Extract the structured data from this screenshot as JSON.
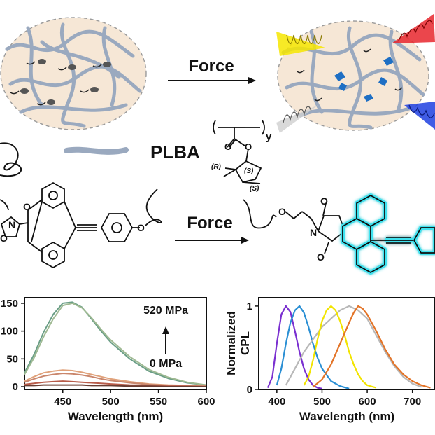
{
  "top_scheme": {
    "arrow_label": "Force",
    "polymer_label": "PLBA",
    "repeat_subscript": "y",
    "stereo_labels": [
      "(R)",
      "(S)",
      "(S)"
    ]
  },
  "mechanochemistry": {
    "arrow_label": "Force",
    "atom_labels": {
      "oxygen": "O",
      "nitrogen": "N"
    }
  },
  "colors": {
    "network_ellipse": "#f6e7d6",
    "chain": "#9aa9bf",
    "mechanophore_dark": "#555555",
    "mechanophore_blue": "#1e6fc4",
    "anthracene_glow": "#3fe2ef",
    "cpl_yellow": "#f6e600",
    "cpl_red": "#e8262d",
    "cpl_blue": "#1e3fe0",
    "cpl_gray": "#b0b0b0"
  },
  "chart_data": [
    {
      "type": "line",
      "xlabel": "Wavelength (nm)",
      "ylabel": "",
      "xlim": [
        410,
        600
      ],
      "ylim": [
        -5,
        160
      ],
      "x_ticks": [
        450,
        500,
        550,
        600
      ],
      "y_tick_labels": [
        "0",
        "50",
        "100",
        "150"
      ],
      "y_ticks": [
        0,
        50,
        100,
        150
      ],
      "annotation_top": "520 MPa",
      "annotation_bottom": "0 MPa",
      "series": [
        {
          "color": "#6a9e86",
          "x": [
            410,
            420,
            430,
            440,
            450,
            460,
            470,
            480,
            490,
            500,
            520,
            540,
            560,
            580,
            600
          ],
          "values": [
            25,
            58,
            98,
            130,
            150,
            152,
            143,
            122,
            100,
            80,
            50,
            28,
            15,
            7,
            3
          ]
        },
        {
          "color": "#9fb992",
          "x": [
            410,
            420,
            430,
            440,
            450,
            460,
            470,
            480,
            490,
            500,
            520,
            540,
            560,
            580,
            600
          ],
          "values": [
            22,
            52,
            90,
            122,
            146,
            150,
            142,
            124,
            103,
            84,
            54,
            31,
            17,
            8,
            3
          ]
        },
        {
          "color": "#e0a27b",
          "x": [
            410,
            420,
            430,
            440,
            450,
            460,
            470,
            480,
            490,
            500,
            520,
            540,
            560,
            580,
            600
          ],
          "values": [
            10,
            18,
            25,
            28,
            30,
            29,
            26,
            22,
            18,
            14,
            9,
            5,
            3,
            2,
            1
          ]
        },
        {
          "color": "#c9866c",
          "x": [
            410,
            420,
            430,
            440,
            450,
            460,
            470,
            480,
            490,
            500,
            520,
            540,
            560,
            580,
            600
          ],
          "values": [
            8,
            14,
            19,
            22,
            24,
            23,
            21,
            18,
            14,
            11,
            7,
            4,
            2,
            1,
            1
          ]
        },
        {
          "color": "#b85c4a",
          "x": [
            410,
            420,
            430,
            440,
            450,
            460,
            470,
            480,
            490,
            500,
            520,
            540,
            560,
            580,
            600
          ],
          "values": [
            4,
            6,
            8,
            9,
            10,
            9,
            8,
            7,
            6,
            5,
            3,
            2,
            1,
            1,
            0
          ]
        },
        {
          "color": "#6a3d32",
          "x": [
            410,
            420,
            430,
            440,
            450,
            460,
            470,
            480,
            490,
            500,
            520,
            540,
            560,
            580,
            600
          ],
          "values": [
            2,
            2,
            3,
            3,
            3,
            3,
            3,
            2,
            2,
            2,
            1,
            1,
            0,
            0,
            0
          ]
        }
      ]
    },
    {
      "type": "line",
      "xlabel": "Wavelength (nm)",
      "ylabel": "Normalized CPL",
      "xlim": [
        360,
        750
      ],
      "ylim": [
        0,
        1.1
      ],
      "x_ticks": [
        400,
        500,
        600,
        700
      ],
      "y_ticks": [
        0,
        1
      ],
      "series": [
        {
          "color": "#7a2fd0",
          "x": [
            380,
            390,
            400,
            410,
            420,
            430,
            440,
            450,
            460,
            470,
            480,
            490,
            500
          ],
          "values": [
            0.02,
            0.15,
            0.55,
            0.9,
            1.0,
            0.93,
            0.7,
            0.45,
            0.25,
            0.12,
            0.05,
            0.02,
            0.01
          ]
        },
        {
          "color": "#2a8fd4",
          "x": [
            400,
            410,
            420,
            430,
            440,
            450,
            460,
            470,
            480,
            490,
            500,
            520,
            540,
            560
          ],
          "values": [
            0.05,
            0.25,
            0.55,
            0.8,
            0.95,
            1.0,
            0.92,
            0.75,
            0.55,
            0.38,
            0.25,
            0.1,
            0.04,
            0.01
          ]
        },
        {
          "color": "#b8b8b8",
          "x": [
            420,
            440,
            460,
            480,
            500,
            520,
            540,
            560,
            580,
            600,
            620,
            640,
            660,
            680,
            700,
            720
          ],
          "values": [
            0.05,
            0.25,
            0.45,
            0.6,
            0.75,
            0.85,
            0.95,
            1.0,
            0.95,
            0.85,
            0.65,
            0.45,
            0.28,
            0.15,
            0.07,
            0.03
          ]
        },
        {
          "color": "#f2e400",
          "x": [
            460,
            470,
            480,
            490,
            500,
            510,
            520,
            530,
            540,
            550,
            560,
            570,
            580,
            590,
            600,
            620
          ],
          "values": [
            0.05,
            0.15,
            0.35,
            0.6,
            0.82,
            0.95,
            1.0,
            0.95,
            0.82,
            0.65,
            0.45,
            0.3,
            0.18,
            0.1,
            0.05,
            0.02
          ]
        },
        {
          "color": "#e37428",
          "x": [
            480,
            500,
            520,
            540,
            560,
            570,
            580,
            590,
            600,
            620,
            640,
            660,
            680,
            700,
            720,
            740
          ],
          "values": [
            0.03,
            0.12,
            0.3,
            0.55,
            0.8,
            0.92,
            1.0,
            0.97,
            0.9,
            0.7,
            0.48,
            0.3,
            0.18,
            0.1,
            0.05,
            0.02
          ]
        }
      ]
    }
  ]
}
